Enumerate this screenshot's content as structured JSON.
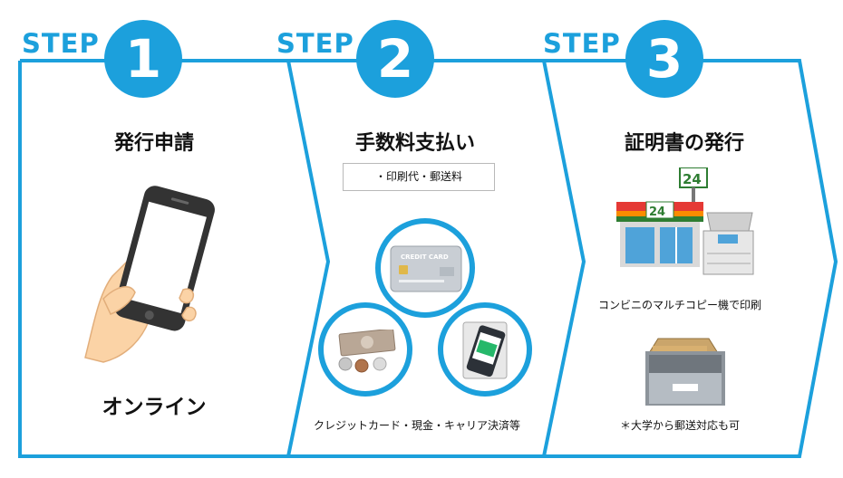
{
  "steps": [
    {
      "label": "STEP",
      "number": "1",
      "title": "発行申請",
      "subtitle": "オンライン"
    },
    {
      "label": "STEP",
      "number": "2",
      "title": "手数料支払い",
      "note": "・印刷代・郵送料",
      "caption": "クレジットカード・現金・キャリア決済等",
      "card_text": "CREDIT CARD"
    },
    {
      "label": "STEP",
      "number": "3",
      "title": "証明書の発行",
      "caption": "コンビニのマルチコピー機で印刷",
      "note": "＊大学から郵送対応も可",
      "sign": "24"
    }
  ],
  "colors": {
    "accent": "#1ca0dc"
  }
}
